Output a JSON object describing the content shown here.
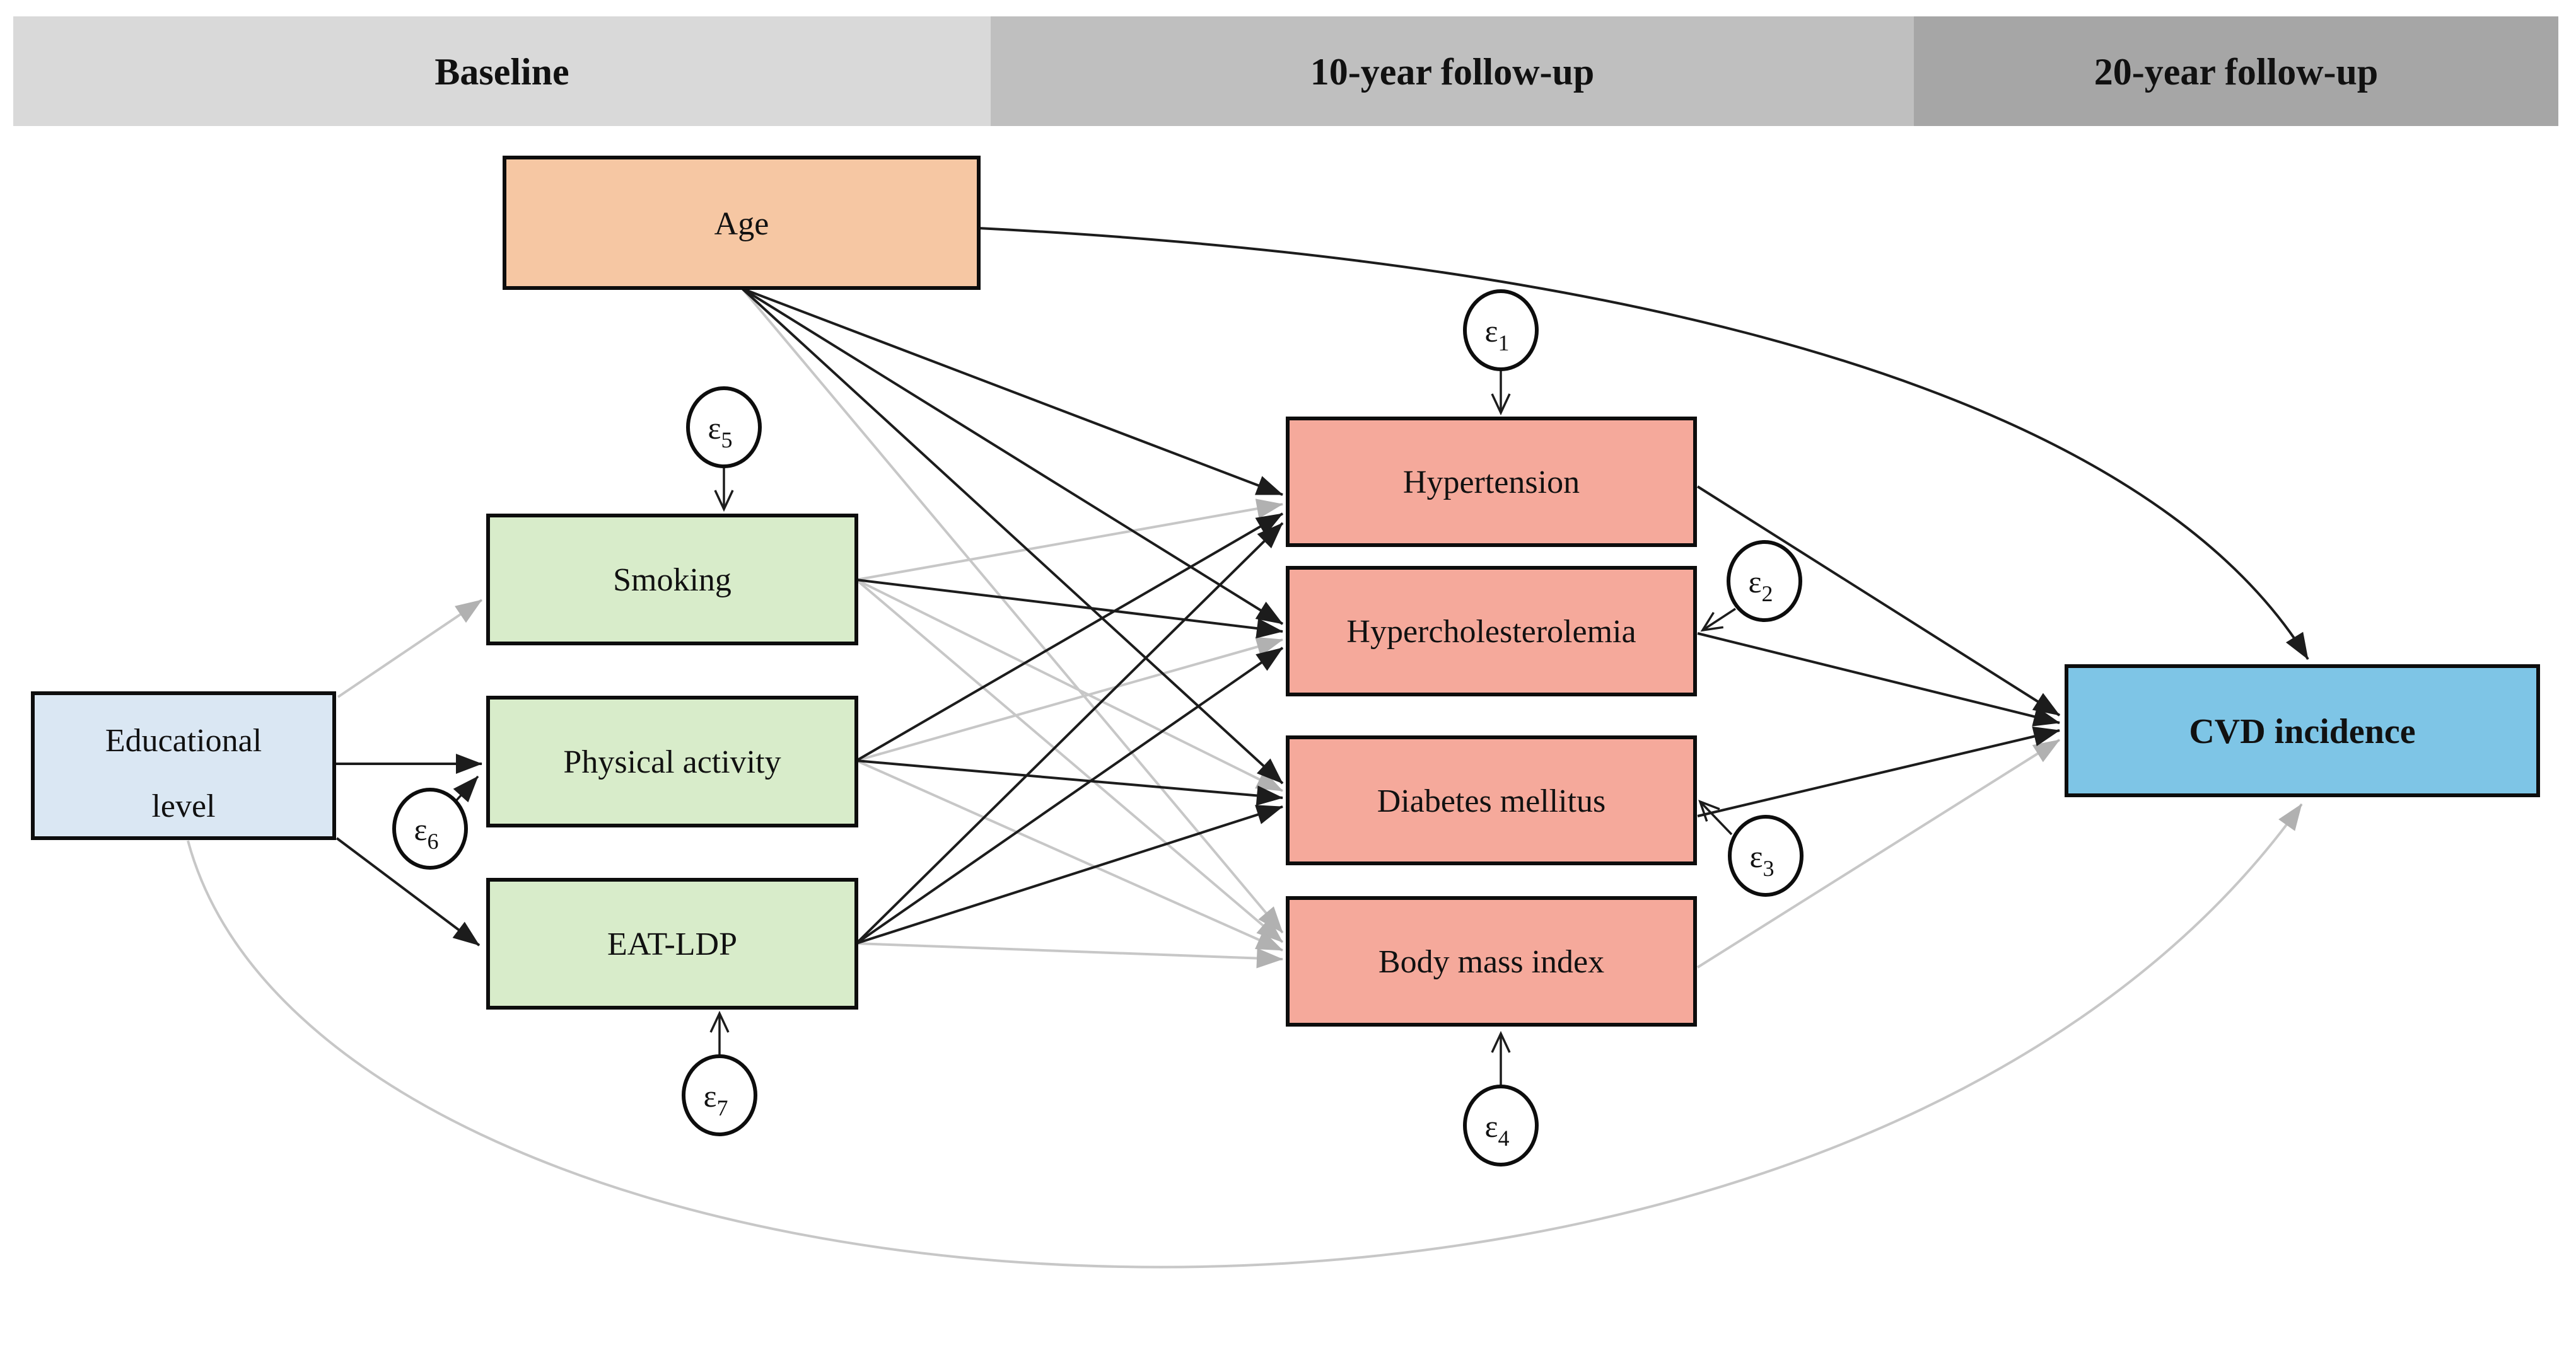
{
  "figure": {
    "description": "Path diagram of associations between baseline factors, 10-year cardiometabolic risk factors and 20-year CVD incidence",
    "type": "structural-equation-path-diagram"
  },
  "timeline": {
    "sections": [
      {
        "label": "Baseline",
        "color": "#d9d9d9"
      },
      {
        "label": "10-year follow-up",
        "color": "#bfbfbf"
      },
      {
        "label": "20-year follow-up",
        "color": "#a6a6a6"
      }
    ]
  },
  "nodes": {
    "age": {
      "label": "Age",
      "fill": "#f6c7a3",
      "stage": "Baseline"
    },
    "educational_level": {
      "label": "Educational level",
      "lines": [
        "Educational",
        "level"
      ],
      "fill": "#dae7f3",
      "stage": "Baseline"
    },
    "smoking": {
      "label": "Smoking",
      "fill": "#d8ecca",
      "stage": "Baseline"
    },
    "physical_activity": {
      "label": "Physical activity",
      "fill": "#d8ecca",
      "stage": "Baseline"
    },
    "eat_ldp": {
      "label": "EAT-LDP",
      "fill": "#d8ecca",
      "stage": "Baseline"
    },
    "hypertension": {
      "label": "Hypertension",
      "fill": "#f5a99b",
      "stage": "10-year follow-up"
    },
    "hypercholesterolemia": {
      "label": "Hypercholesterolemia",
      "fill": "#f5a99b",
      "stage": "10-year follow-up"
    },
    "diabetes_mellitus": {
      "label": "Diabetes mellitus",
      "fill": "#f5a99b",
      "stage": "10-year follow-up"
    },
    "body_mass_index": {
      "label": "Body mass index",
      "fill": "#f5a99b",
      "stage": "10-year follow-up"
    },
    "cvd_incidence": {
      "label": "CVD incidence",
      "fill": "#7ec5e6",
      "stage": "20-year follow-up"
    }
  },
  "error_terms": [
    {
      "symbol": "ε",
      "sub": "1",
      "points_to": "hypertension"
    },
    {
      "symbol": "ε",
      "sub": "2",
      "points_to": "hypercholesterolemia"
    },
    {
      "symbol": "ε",
      "sub": "3",
      "points_to": "diabetes_mellitus"
    },
    {
      "symbol": "ε",
      "sub": "4",
      "points_to": "body_mass_index"
    },
    {
      "symbol": "ε",
      "sub": "5",
      "points_to": "smoking"
    },
    {
      "symbol": "ε",
      "sub": "6",
      "points_to": "physical_activity"
    },
    {
      "symbol": "ε",
      "sub": "7",
      "points_to": "eat_ldp"
    }
  ],
  "edges": {
    "significant_color": "#1c1c1c",
    "nonsignificant_color": "#c7c7c7",
    "list": [
      {
        "from": "age",
        "to": "hypertension",
        "significant": true
      },
      {
        "from": "age",
        "to": "hypercholesterolemia",
        "significant": true
      },
      {
        "from": "age",
        "to": "diabetes_mellitus",
        "significant": true
      },
      {
        "from": "age",
        "to": "body_mass_index",
        "significant": false
      },
      {
        "from": "age",
        "to": "cvd_incidence",
        "significant": true
      },
      {
        "from": "educational_level",
        "to": "smoking",
        "significant": false
      },
      {
        "from": "educational_level",
        "to": "physical_activity",
        "significant": true
      },
      {
        "from": "educational_level",
        "to": "eat_ldp",
        "significant": true
      },
      {
        "from": "educational_level",
        "to": "cvd_incidence",
        "significant": false
      },
      {
        "from": "smoking",
        "to": "hypertension",
        "significant": false
      },
      {
        "from": "smoking",
        "to": "hypercholesterolemia",
        "significant": true
      },
      {
        "from": "smoking",
        "to": "diabetes_mellitus",
        "significant": false
      },
      {
        "from": "smoking",
        "to": "body_mass_index",
        "significant": false
      },
      {
        "from": "physical_activity",
        "to": "hypertension",
        "significant": true
      },
      {
        "from": "physical_activity",
        "to": "hypercholesterolemia",
        "significant": false
      },
      {
        "from": "physical_activity",
        "to": "diabetes_mellitus",
        "significant": true
      },
      {
        "from": "physical_activity",
        "to": "body_mass_index",
        "significant": false
      },
      {
        "from": "eat_ldp",
        "to": "hypertension",
        "significant": true
      },
      {
        "from": "eat_ldp",
        "to": "hypercholesterolemia",
        "significant": true
      },
      {
        "from": "eat_ldp",
        "to": "diabetes_mellitus",
        "significant": true
      },
      {
        "from": "eat_ldp",
        "to": "body_mass_index",
        "significant": false
      },
      {
        "from": "hypertension",
        "to": "cvd_incidence",
        "significant": true
      },
      {
        "from": "hypercholesterolemia",
        "to": "cvd_incidence",
        "significant": true
      },
      {
        "from": "diabetes_mellitus",
        "to": "cvd_incidence",
        "significant": true
      },
      {
        "from": "body_mass_index",
        "to": "cvd_incidence",
        "significant": false
      }
    ]
  }
}
